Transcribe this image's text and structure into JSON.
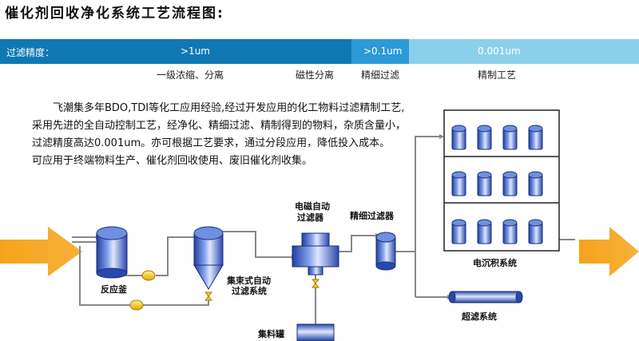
{
  "title": "催化剂回收净化系统工艺流程图:",
  "precision_bar": {
    "label": "过滤精度：",
    "segments": [
      ">1um",
      ">0.1um",
      "0.001um"
    ],
    "colors": {
      "dark": "#0f78b3",
      "mid": "#2c9ad6",
      "light": "#8bd0ea"
    }
  },
  "stages": [
    "一级浓缩、分离",
    "磁性分离",
    "精细过滤",
    "精制工艺"
  ],
  "description": {
    "para1": "飞潮集多年BDO,TDI等化工应用经验,经过开发应用的化工物料过滤精制工艺,采用先进的全自动控制工艺，经净化、精细过滤、精制得到的物料，杂质含量小，过滤精度高达0.001um。亦可根据工艺要求，通过分段应用，降低投入成本。",
    "para2": "可应用于终端物料生产、催化剂回收使用、废旧催化剂收集。"
  },
  "equipment": {
    "reactor": "反应釜",
    "cluster_filter_line1": "集束式自动",
    "cluster_filter_line2": "过滤系统",
    "magnetic_filter_line1": "电磁自动",
    "magnetic_filter_line2": "过滤器",
    "fine_filter": "精细过滤器",
    "collection_tank": "集料罐",
    "electrodeposition": "电沉积系统",
    "ultrafiltration": "超滤系统"
  }
}
